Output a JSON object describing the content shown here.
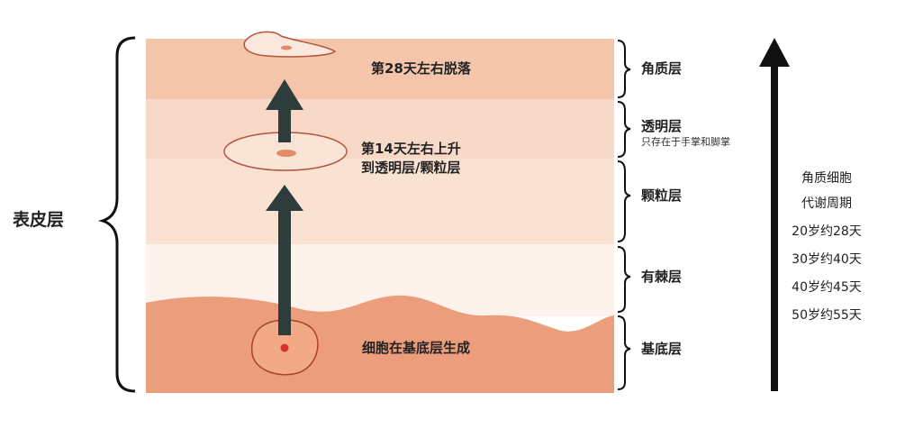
{
  "title": "表皮层",
  "layers": [
    {
      "id": "stratum-corneum",
      "name": "角质层",
      "color": "#f4c5ab"
    },
    {
      "id": "stratum-lucidum",
      "name": "透明层",
      "note": "只存在于手掌和脚掌",
      "color": "#f8d9c7"
    },
    {
      "id": "stratum-granulosum",
      "name": "颗粒层",
      "color": "#fae2d3"
    },
    {
      "id": "stratum-spinosum",
      "name": "有棘层",
      "color": "#fdf3ec"
    },
    {
      "id": "stratum-basale",
      "name": "基底层",
      "color": "#ec9e7c"
    }
  ],
  "steps": {
    "shed": "第28天左右脱落",
    "rise_line1": "第14天左右上升",
    "rise_line2": "到透明层/颗粒层",
    "generate": "细胞在基底层生成"
  },
  "cycle": {
    "heading_line1": "角质细胞",
    "heading_line2": "代谢周期",
    "ages": [
      "20岁约28天",
      "30岁约40天",
      "40岁约45天",
      "50岁约55天"
    ]
  },
  "colors": {
    "arrow": "#2e3c3c",
    "cell_dot": "#d9342b",
    "cell_outline": "#b3563c",
    "bracket": "#111111"
  }
}
